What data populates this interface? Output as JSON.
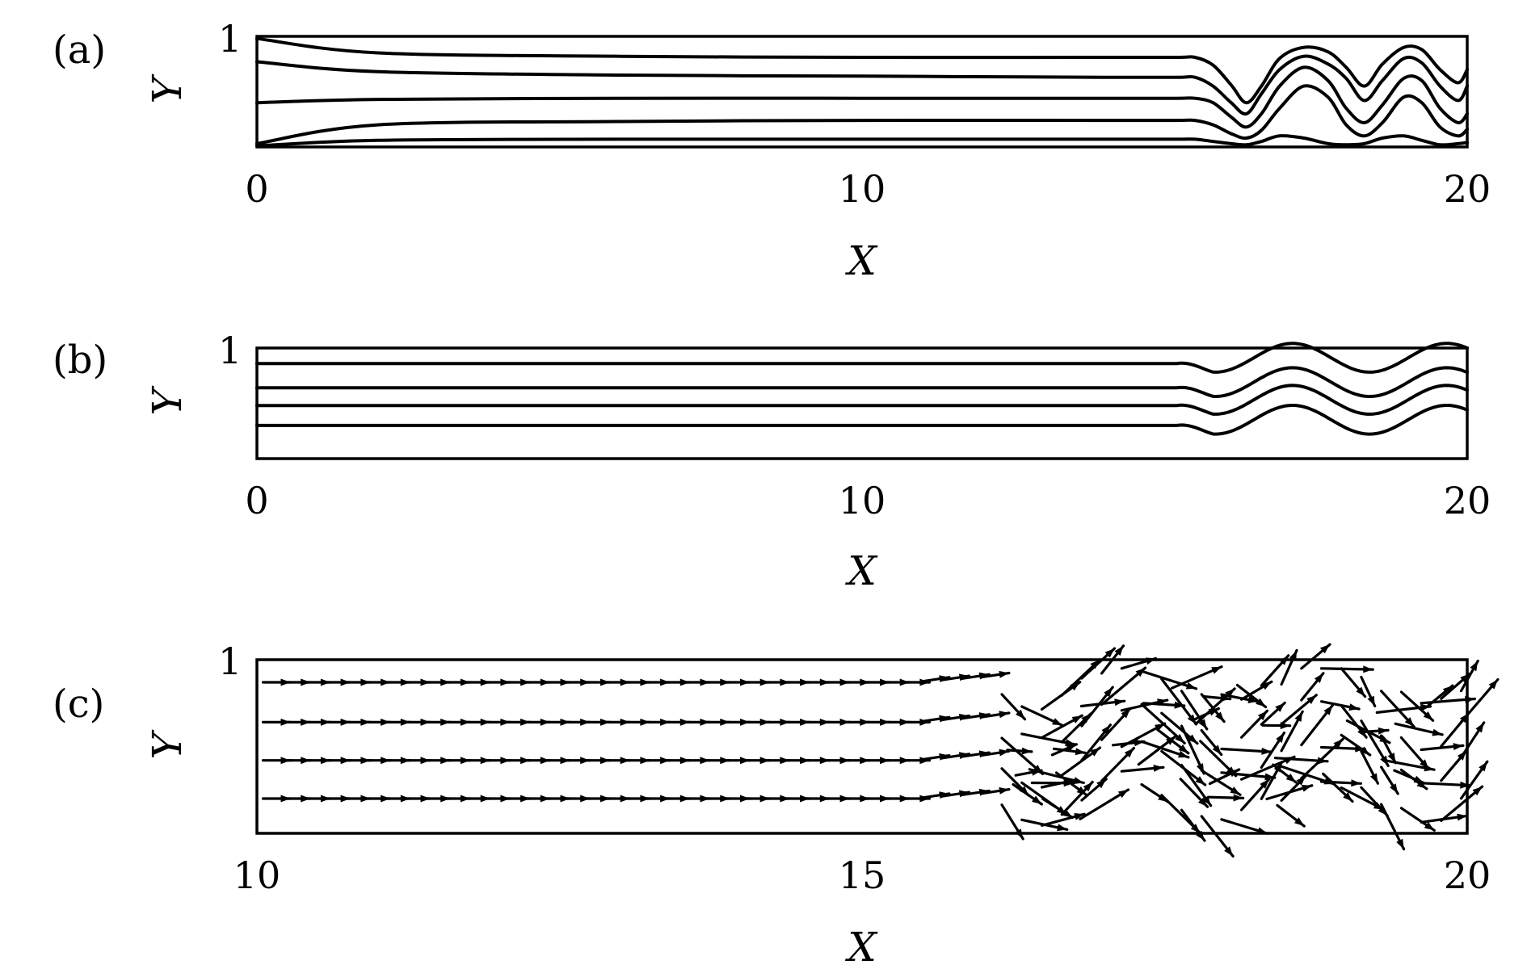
{
  "chart_data": [
    {
      "panel_label": "(a)",
      "type": "line",
      "xlabel": "X",
      "ylabel": "Y",
      "xlim": [
        0,
        20
      ],
      "ylim": [
        0,
        1
      ],
      "xticks": [
        "0",
        "10",
        "20"
      ],
      "yticks": [
        "1"
      ],
      "series": [
        {
          "x": [
            0,
            2,
            6,
            10,
            14,
            15.2,
            15.5,
            15.8,
            16.1,
            16.35,
            16.6,
            16.9,
            17.3,
            17.7,
            18.0,
            18.3,
            18.6,
            18.95,
            19.25,
            19.55,
            19.85,
            20
          ],
          "y": [
            0.98,
            0.85,
            0.82,
            0.81,
            0.81,
            0.81,
            0.81,
            0.74,
            0.56,
            0.4,
            0.55,
            0.8,
            0.9,
            0.86,
            0.72,
            0.55,
            0.75,
            0.9,
            0.88,
            0.7,
            0.58,
            0.7
          ]
        },
        {
          "x": [
            0,
            2,
            6,
            10,
            14,
            15.2,
            15.5,
            15.8,
            16.1,
            16.35,
            16.6,
            16.9,
            17.3,
            17.7,
            18.0,
            18.3,
            18.6,
            18.95,
            19.25,
            19.55,
            19.85,
            20
          ],
          "y": [
            0.77,
            0.68,
            0.65,
            0.64,
            0.63,
            0.63,
            0.63,
            0.55,
            0.4,
            0.3,
            0.48,
            0.7,
            0.82,
            0.75,
            0.62,
            0.42,
            0.6,
            0.8,
            0.76,
            0.55,
            0.42,
            0.55
          ]
        },
        {
          "x": [
            0,
            2,
            6,
            10,
            14,
            15.2,
            15.5,
            15.8,
            16.1,
            16.35,
            16.6,
            16.9,
            17.3,
            17.7,
            18.0,
            18.3,
            18.6,
            18.95,
            19.25,
            19.55,
            19.85,
            20
          ],
          "y": [
            0.4,
            0.43,
            0.44,
            0.44,
            0.44,
            0.44,
            0.44,
            0.4,
            0.27,
            0.18,
            0.3,
            0.55,
            0.72,
            0.6,
            0.35,
            0.22,
            0.38,
            0.62,
            0.6,
            0.35,
            0.22,
            0.3
          ]
        },
        {
          "x": [
            0,
            2,
            6,
            10,
            14,
            15.2,
            15.5,
            15.8,
            16.1,
            16.35,
            16.6,
            16.9,
            17.3,
            17.7,
            18.0,
            18.3,
            18.6,
            18.95,
            19.25,
            19.55,
            19.85,
            20
          ],
          "y": [
            0.03,
            0.2,
            0.23,
            0.24,
            0.24,
            0.24,
            0.24,
            0.2,
            0.12,
            0.08,
            0.15,
            0.35,
            0.55,
            0.45,
            0.2,
            0.1,
            0.22,
            0.45,
            0.4,
            0.18,
            0.1,
            0.16
          ]
        },
        {
          "x": [
            0,
            2,
            6,
            10,
            14,
            15.2,
            15.5,
            15.8,
            16.1,
            16.35,
            16.6,
            16.9,
            17.3,
            17.7,
            18.0,
            18.3,
            18.6,
            18.95,
            19.25,
            19.55,
            19.85,
            20
          ],
          "y": [
            0.01,
            0.06,
            0.07,
            0.07,
            0.07,
            0.07,
            0.07,
            0.05,
            0.03,
            0.02,
            0.05,
            0.1,
            0.08,
            0.03,
            0.02,
            0.03,
            0.08,
            0.1,
            0.06,
            0.02,
            0.03,
            0.04
          ]
        }
      ]
    },
    {
      "panel_label": "(b)",
      "type": "line",
      "xlabel": "X",
      "ylabel": "Y",
      "xlim": [
        0,
        20
      ],
      "ylim": [
        0,
        1
      ],
      "xticks": [
        "0",
        "10",
        "20"
      ],
      "yticks": [
        "1"
      ],
      "wave": {
        "start_x": 15.2,
        "period": 2.55,
        "amplitude": 0.13
      },
      "series": [
        {
          "base_y": 0.86
        },
        {
          "base_y": 0.64
        },
        {
          "base_y": 0.48
        },
        {
          "base_y": 0.3
        }
      ]
    },
    {
      "panel_label": "(c)",
      "type": "quiver",
      "xlabel": "X",
      "ylabel": "Y",
      "xlim": [
        10,
        20
      ],
      "ylim": [
        0,
        1
      ],
      "xticks": [
        "10",
        "15",
        "20"
      ],
      "yticks": [
        "1"
      ],
      "streams_y": [
        0.87,
        0.64,
        0.42,
        0.2
      ],
      "arrow_spacing_x": 0.165,
      "transition_x": 16.0
    }
  ]
}
